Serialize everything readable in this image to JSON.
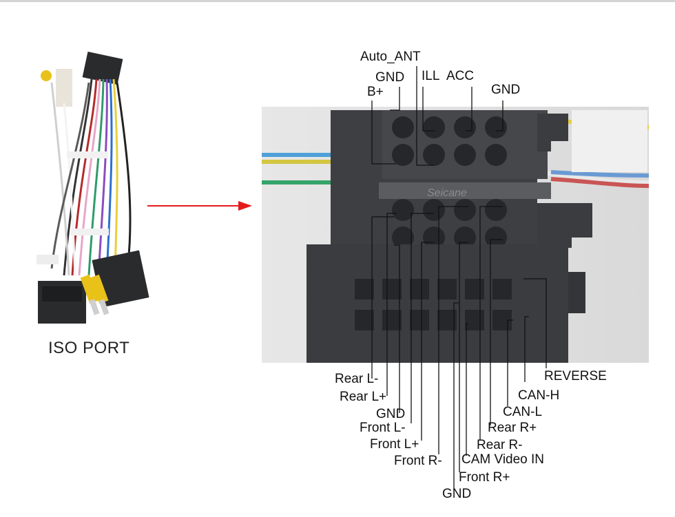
{
  "iso_port": {
    "label": "ISO PORT"
  },
  "watermark": "Seicane",
  "colors": {
    "arrow": "#e41b1b",
    "line": "#111111",
    "connector": "#3d3f42"
  },
  "top_labels": {
    "auto_ant": "Auto_ANT",
    "gnd_1": "GND",
    "ill": "ILL",
    "acc": "ACC",
    "b_plus": "B+",
    "gnd_2": "GND"
  },
  "bottom_labels": {
    "rear_l_minus": "Rear L-",
    "rear_l_plus": "Rear L+",
    "gnd_3": "GND",
    "front_l_minus": "Front L-",
    "front_l_plus": "Front L+",
    "front_r_minus": "Front R-",
    "gnd_4": "GND",
    "front_r_plus": "Front R+",
    "cam_video_in": "CAM Video IN",
    "rear_r_minus": "Rear R-",
    "rear_r_plus": "Rear R+",
    "can_l": "CAN-L",
    "can_h": "CAN-H",
    "reverse": "REVERSE"
  }
}
